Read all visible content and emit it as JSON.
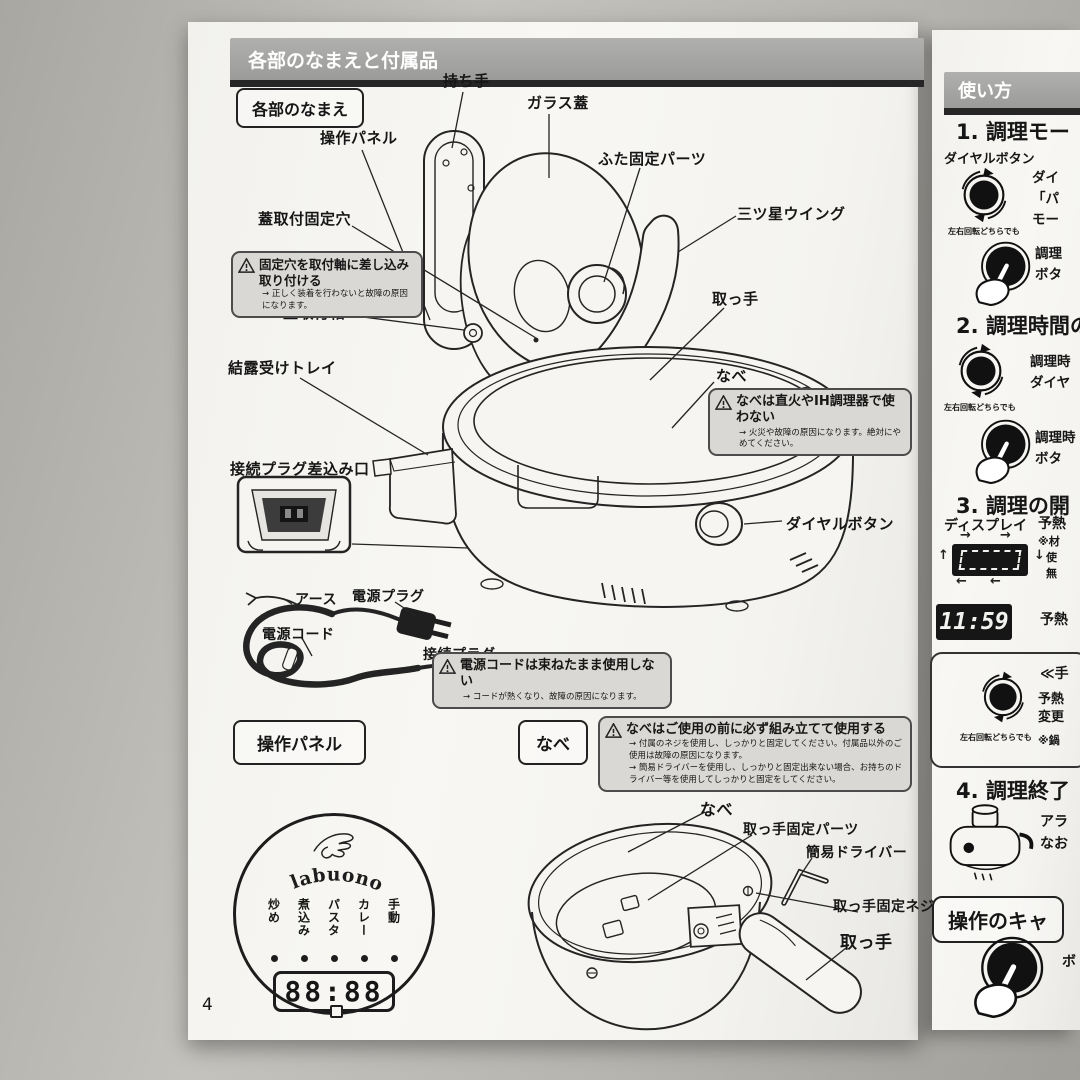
{
  "page_left": {
    "page_number": "4",
    "header": "各部のなまえと付属品",
    "section_names_title": "各部のなまえ",
    "labels": {
      "handle_top": "持ち手",
      "glass_lid": "ガラス蓋",
      "control_panel": "操作パネル",
      "lid_fix_parts": "ふた固定パーツ",
      "wing": "三ツ星ウイング",
      "lid_mount_hole": "蓋取付固定穴",
      "handle_hook": "取っ手",
      "lid_mount_shaft": "蓋取付軸",
      "drip_tray": "結露受けトレイ",
      "pot": "なべ",
      "plug_socket": "接続プラグ差込み口",
      "dial_button": "ダイヤルボタン"
    },
    "warn_mount": {
      "title": "固定穴を取付軸に差し込み取り付ける",
      "note": "→ 正しく装着を行わないと故障の原因になります。"
    },
    "warn_pot_fire": {
      "title": "なべは直火やIH調理器で使わない",
      "note": "→ 火災や故障の原因になります。絶対にやめてください。"
    },
    "cord": {
      "earth": "アース",
      "power_plug": "電源プラグ",
      "power_cord": "電源コード",
      "connect_plug": "接続プラグ"
    },
    "warn_cord": {
      "title": "電源コードは束ねたまま使用しない",
      "note": "→ コードが熱くなり、故障の原因になります。"
    },
    "section_panel_title": "操作パネル",
    "section_pot_title": "なべ",
    "warn_assemble": {
      "title": "なべはご使用の前に必ず組み立てて使用する",
      "note1": "→ 付属のネジを使用し、しっかりと固定してください。付属品以外のご使用は故障の原因になります。",
      "note2": "→ 簡易ドライバーを使用し、しっかりと固定出来ない場合、お持ちのドライバー等を使用してしっかりと固定をしてください。"
    },
    "panel": {
      "logo": "labuono",
      "modes": [
        "炒め",
        "煮込み",
        "パスタ",
        "カレー",
        "手動"
      ],
      "display": "88:88"
    },
    "pot_assembly": {
      "pot": "なべ",
      "handle_fix_parts": "取っ手固定パーツ",
      "driver": "簡易ドライバー",
      "handle_screw": "取っ手固定ネジ",
      "handle": "取っ手"
    }
  },
  "page_right": {
    "header": "使い方",
    "rotate_caption": "左右回転どちらでも",
    "step1": {
      "title": "1. 調理モー",
      "dial_label": "ダイヤルボタン",
      "text1": [
        "ダイ",
        "「パ",
        "モー"
      ],
      "text2": [
        "調理",
        "ボタ"
      ]
    },
    "step2": {
      "title": "2. 調理時間の",
      "text1": [
        "調理時",
        "ダイヤ"
      ],
      "text2": [
        "調理時",
        "ボタ"
      ]
    },
    "step3": {
      "title": "3. 調理の開",
      "display_label": "ディスプレイ",
      "arrows": {
        "right": "→",
        "left": "←",
        "up": "↑",
        "down": "↓"
      },
      "text1": [
        "予熱",
        "※材",
        "使",
        "無"
      ],
      "time": "11:59",
      "time_text": "予熱",
      "box_text": [
        "≪手",
        "予熱",
        "変更",
        "※鍋"
      ]
    },
    "step4": {
      "title": "4. 調理終了",
      "text": [
        "アラ",
        "なお"
      ]
    },
    "cancel": {
      "title": "操作のキャ",
      "text": "ボ"
    }
  }
}
